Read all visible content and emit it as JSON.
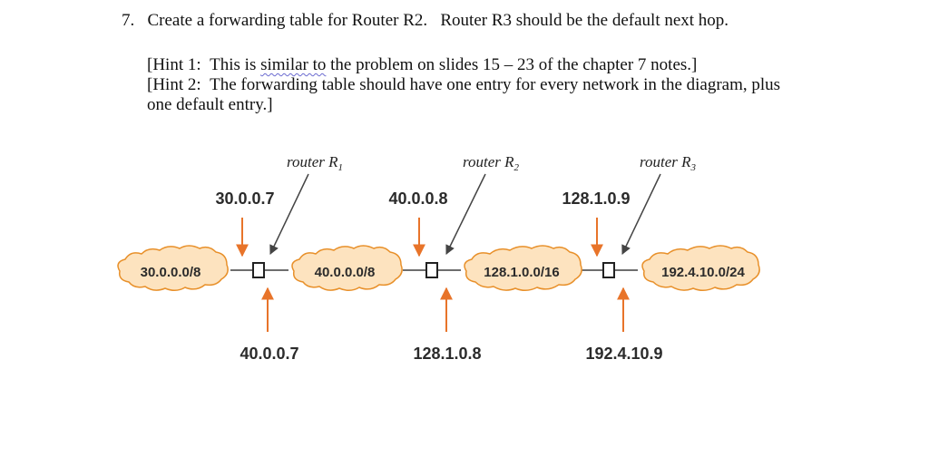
{
  "question": {
    "text": "7.   Create a forwarding table for Router R2.   Router R3 should be the default next hop."
  },
  "hints": {
    "hint1_prefix": "[Hint 1:  This is ",
    "hint1_underlined": "similar to",
    "hint1_suffix": " the problem on slides 15 – 23 of the chapter 7 notes.]",
    "hint2_line1": "[Hint 2:  The forwarding table should have one entry for every network in the diagram, plus",
    "hint2_line2": "one default entry.]"
  },
  "diagram": {
    "routers": [
      {
        "label": "router R",
        "sub": "1",
        "top_ip": "30.0.0.7",
        "bottom_ip": "40.0.0.7"
      },
      {
        "label": "router R",
        "sub": "2",
        "top_ip": "40.0.0.8",
        "bottom_ip": "128.1.0.8"
      },
      {
        "label": "router R",
        "sub": "3",
        "top_ip": "128.1.0.9",
        "bottom_ip": "192.4.10.9"
      }
    ],
    "networks": [
      "30.0.0.0/8",
      "40.0.0.0/8",
      "128.1.0.0/16",
      "192.4.10.0/24"
    ],
    "colors": {
      "cloud_fill": "#fde3bf",
      "cloud_stroke": "#e8902a",
      "arrow": "#e8742a",
      "text": "#2b2b2b"
    }
  }
}
